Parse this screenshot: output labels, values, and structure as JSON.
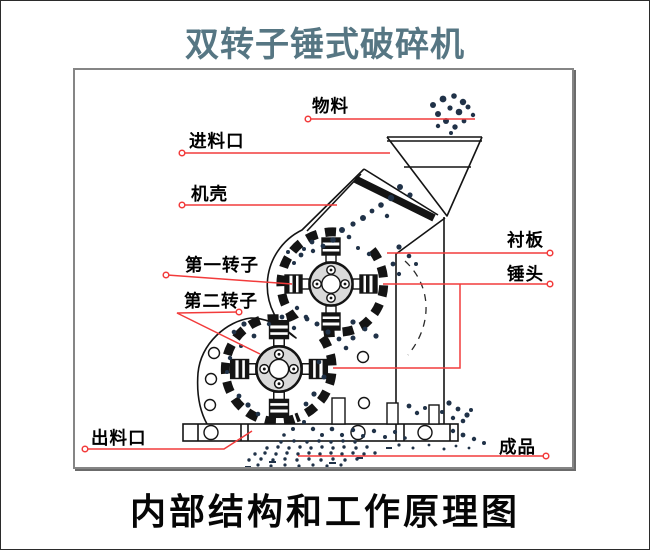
{
  "page": {
    "top_title": "双转子锤式破碎机",
    "bottom_title": "内部结构和工作原理图"
  },
  "diagram": {
    "labels": {
      "material": "物料",
      "feed_inlet": "进料口",
      "casing": "机壳",
      "first_rotor": "第一转子",
      "second_rotor": "第二转子",
      "liner_plate": "衬板",
      "hammer_head": "锤头",
      "discharge_outlet": "出料口",
      "finished_product": "成品"
    },
    "colors": {
      "title_teal": "#567683",
      "leader_red": "#f23b3b",
      "outline_ink": "#141414",
      "particle_navy": "#203248",
      "rotor_gray": "#dadada",
      "box_border_gray": "#858585"
    }
  }
}
